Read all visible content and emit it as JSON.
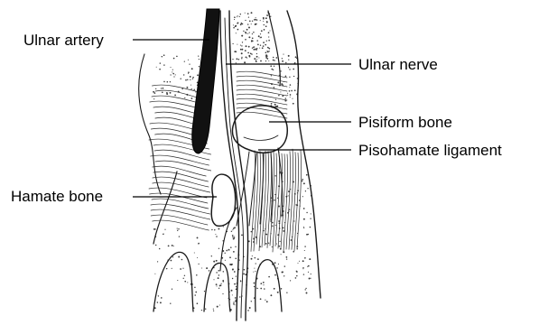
{
  "labels": {
    "ulnar_artery": "Ulnar artery",
    "ulnar_nerve": "Ulnar nerve",
    "pisiform_bone": "Pisiform bone",
    "pisohamate_ligament": "Pisohamate ligament",
    "hamate_bone": "Hamate bone"
  },
  "colors": {
    "ink": "#1a1a1a",
    "artery_fill": "#111111",
    "background": "#ffffff"
  }
}
